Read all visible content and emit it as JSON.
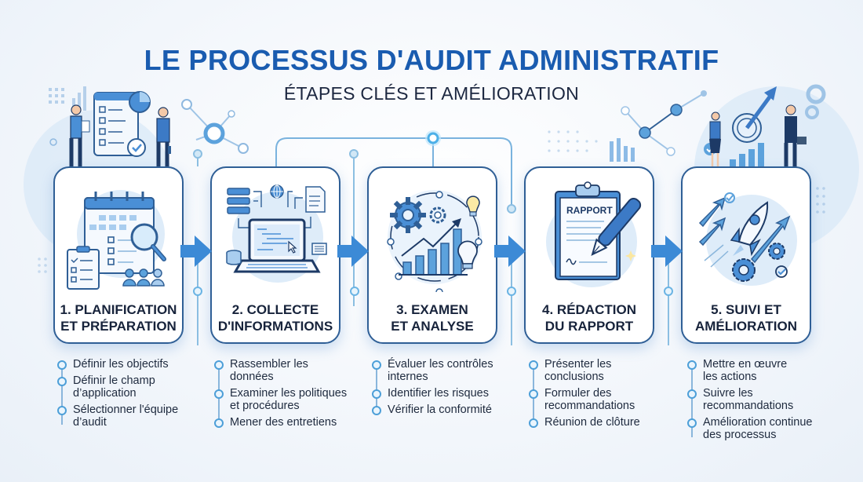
{
  "header": {
    "title": "LE PROCESSUS D'AUDIT ADMINISTRATIF",
    "subtitle": "ÉTAPES CLÉS ET AMÉLIORATION"
  },
  "colors": {
    "title": "#1a5cb0",
    "card_border": "#2f5f96",
    "accent": "#3b82d6",
    "bullet_dot": "#4d9fd8",
    "text": "#1b2a44"
  },
  "steps": [
    {
      "number": "1",
      "label_line1": "1. PLANIFICATION",
      "label_line2": "ET PRÉPARATION",
      "icon": "calendar-magnifier-checklist-team-icon",
      "bullets": [
        "Définir les objectifs",
        "Définir le champ d’application",
        "Sélectionner l'équipe d’audit"
      ]
    },
    {
      "number": "2",
      "label_line1": "2. COLLECTE",
      "label_line2": "D'INFORMATIONS",
      "icon": "laptop-data-collection-icon",
      "bullets": [
        "Rassembler les données",
        "Examiner les politiques et procédures",
        "Mener des entretiens"
      ]
    },
    {
      "number": "3",
      "label_line1": "3. EXAMEN",
      "label_line2": "ET ANALYSE",
      "icon": "gears-chart-lightbulb-icon",
      "bullets": [
        "Évaluer les contrôles internes",
        "Identifier les risques",
        "Vérifier la conformité"
      ]
    },
    {
      "number": "4",
      "label_line1": "4. RÉDACTION",
      "label_line2": "DU RAPPORT",
      "icon": "clipboard-report-pen-icon",
      "report_word": "RAPPORT",
      "bullets": [
        "Présenter les conclusions",
        "Formuler des recommandations",
        "Réunion de clôture"
      ]
    },
    {
      "number": "5",
      "label_line1": "5. SUIVI ET",
      "label_line2": "AMÉLIORATION",
      "icon": "rocket-arrows-gears-icon",
      "bullets": [
        "Mettre en œuvre les actions",
        "Suivre les recommandations",
        "Amélioration continue des processus"
      ]
    }
  ]
}
